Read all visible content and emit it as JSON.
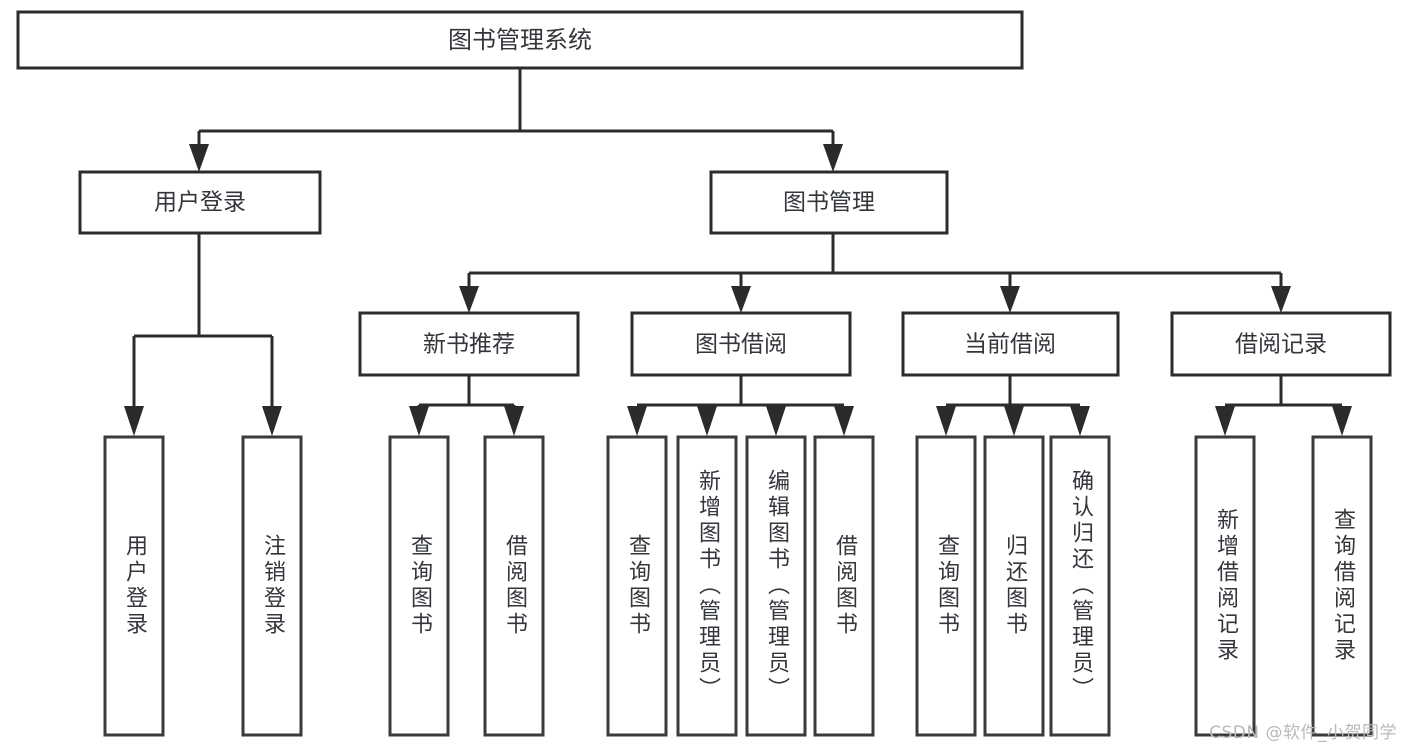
{
  "diagram": {
    "type": "hierarchy-tree",
    "title": "图书管理系统",
    "watermark": "CSDN @软件_小贺同学",
    "colors": {
      "stroke": "#2b2b2b",
      "fill": "#ffffff",
      "text": "#33363b",
      "watermark": "#b9b9b9"
    },
    "root": {
      "label": "图书管理系统"
    },
    "level2": {
      "user_login": {
        "label": "用户登录"
      },
      "book_manage": {
        "label": "图书管理"
      }
    },
    "level3": {
      "new_book_recommend": {
        "label": "新书推荐"
      },
      "book_borrow": {
        "label": "图书借阅"
      },
      "current_borrow": {
        "label": "当前借阅"
      },
      "borrow_record": {
        "label": "借阅记录"
      }
    },
    "leaves": {
      "user_login": [
        {
          "label": "用户登录"
        },
        {
          "label": "注销登录"
        }
      ],
      "new_book_recommend": [
        {
          "label": "查询图书"
        },
        {
          "label": "借阅图书"
        }
      ],
      "book_borrow": [
        {
          "label": "查询图书"
        },
        {
          "label": "新增图书（管理员）"
        },
        {
          "label": "编辑图书（管理员）"
        },
        {
          "label": "借阅图书"
        }
      ],
      "current_borrow": [
        {
          "label": "查询图书"
        },
        {
          "label": "归还图书"
        },
        {
          "label": "确认归还（管理员）"
        }
      ],
      "borrow_record": [
        {
          "label": "新增借阅记录"
        },
        {
          "label": "查询借阅记录"
        }
      ]
    }
  }
}
